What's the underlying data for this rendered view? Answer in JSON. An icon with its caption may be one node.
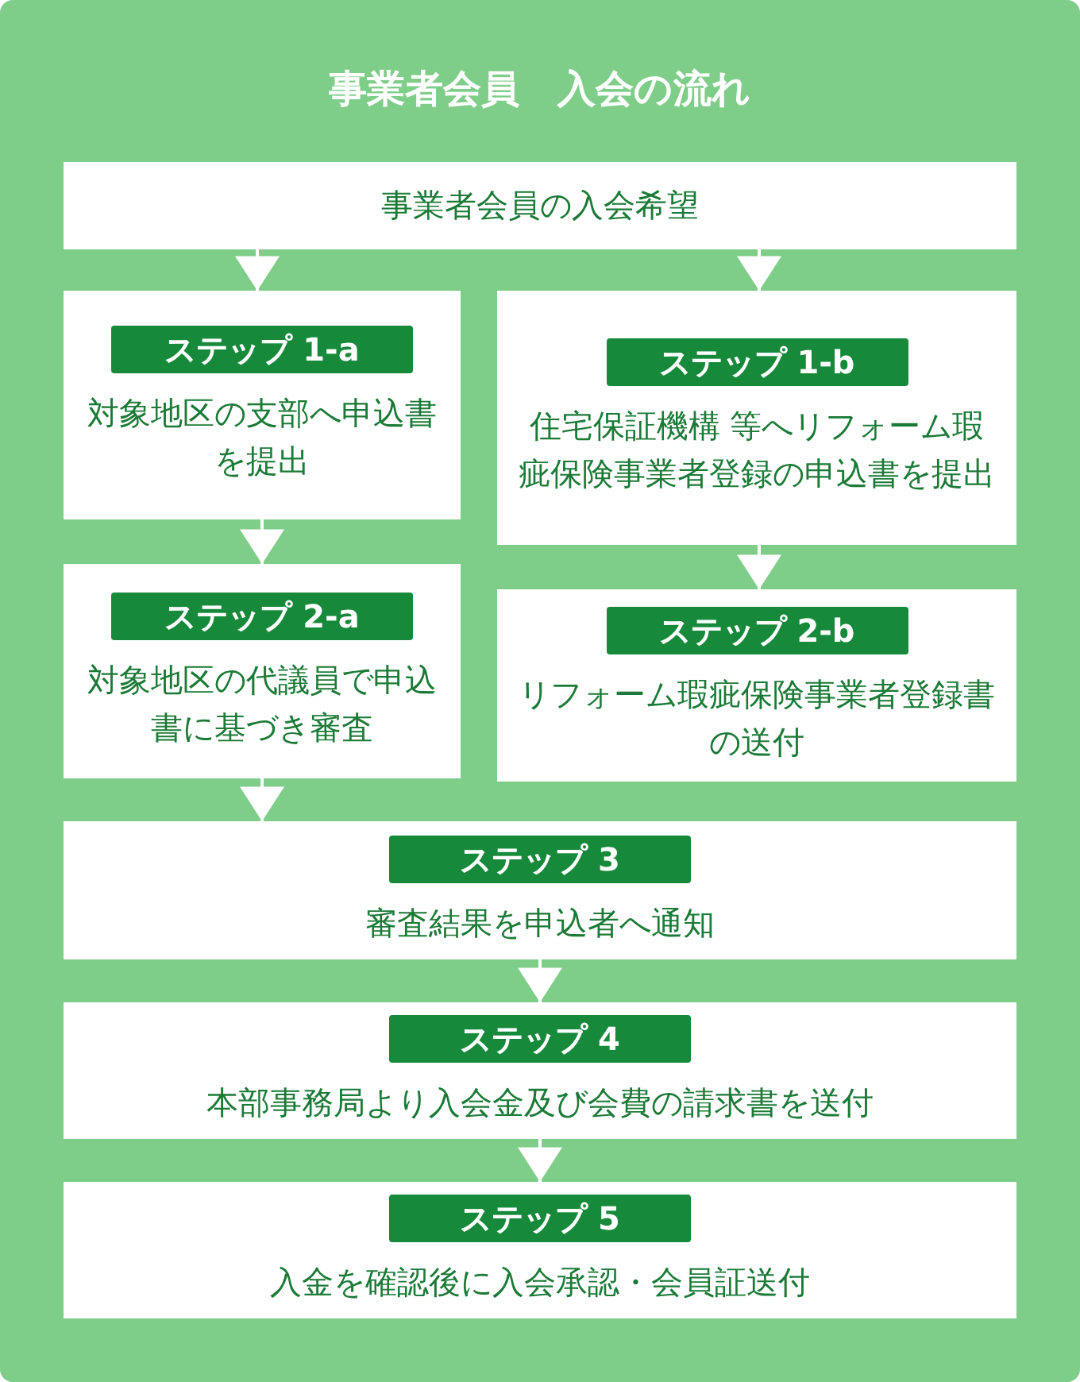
{
  "diagram": {
    "title": "事業者会員　入会の流れ",
    "nodes": [
      {
        "text": [
          "事業者会員の入会希望"
        ]
      },
      {
        "text": [
          "ステップ 1-a",
          "対象地区の支部へ申込書を提出"
        ]
      },
      {
        "text": [
          "ステップ 1-b",
          "住宅保証機構 等へリフォーム瑕疵保険事業者登録の申込書を提出"
        ]
      },
      {
        "text": [
          "ステップ 2-a",
          "対象地区の代議員で申込書に基づき審査"
        ]
      },
      {
        "text": [
          "ステップ 2-b",
          "リフォーム瑕疵保険事業者登録書の送付"
        ]
      },
      {
        "text": [
          "ステップ 3",
          "審査結果を申込者へ通知"
        ]
      },
      {
        "text": [
          "ステップ 4",
          "本部事務局より入会金及び会費の請求書を送付"
        ]
      },
      {
        "text": [
          "ステップ 5",
          "入金を確認後に入会承認・会員証送付"
        ]
      }
    ],
    "edges": [
      {
        "from": 0,
        "to": 1,
        "arrow": "to"
      },
      {
        "from": 0,
        "to": 2,
        "arrow": "to"
      },
      {
        "from": 1,
        "to": 3,
        "arrow": "to"
      },
      {
        "from": 2,
        "to": 4,
        "arrow": "to"
      },
      {
        "from": 3,
        "to": 5,
        "arrow": "to"
      },
      {
        "from": 5,
        "to": 6,
        "arrow": "to"
      },
      {
        "from": 6,
        "to": 7,
        "arrow": "to"
      }
    ]
  }
}
